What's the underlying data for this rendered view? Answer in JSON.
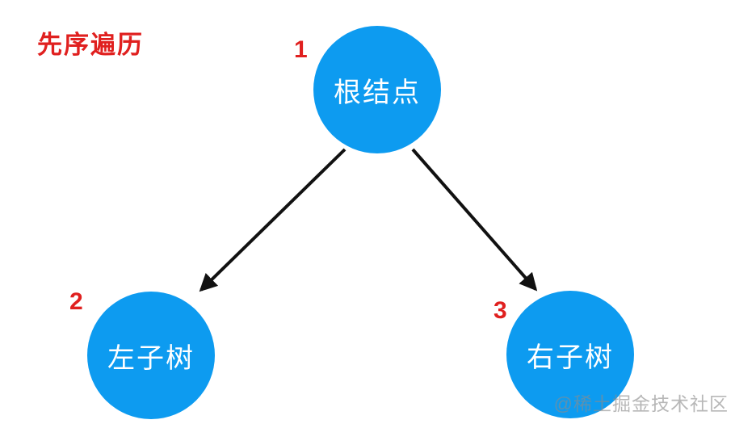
{
  "title": {
    "text": "先序遍历"
  },
  "nodes": [
    {
      "id": "root",
      "order": "1",
      "label": "根结点"
    },
    {
      "id": "left",
      "order": "2",
      "label": "左子树"
    },
    {
      "id": "right",
      "order": "3",
      "label": "右子树"
    }
  ],
  "edges": [
    {
      "from": "root",
      "to": "left"
    },
    {
      "from": "root",
      "to": "right"
    }
  ],
  "watermark": "@稀土掘金技术社区",
  "colors": {
    "node_fill": "#0d9bf0",
    "node_text": "#ffffff",
    "order_number": "#e0201f",
    "title_red": "#e0201f",
    "arrow": "#111111",
    "watermark": "#8c8c8c"
  }
}
